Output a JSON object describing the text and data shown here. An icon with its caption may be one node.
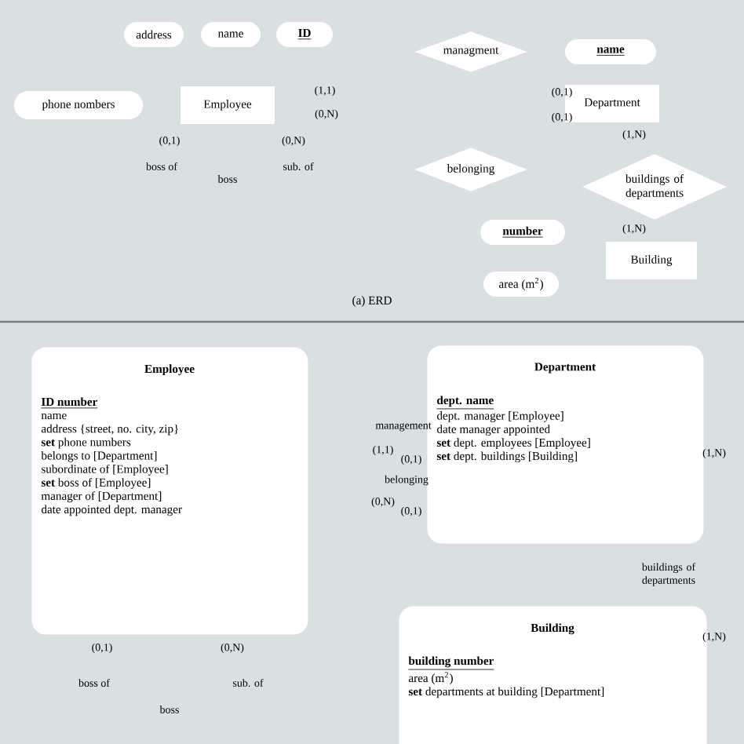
{
  "diagram": {
    "caption": "(a) ERD",
    "nodes": [
      {
        "text": [
          "address"
        ]
      },
      {
        "text": [
          "name"
        ]
      },
      {
        "text": [
          "ID"
        ]
      },
      {
        "text": [
          "managment"
        ]
      },
      {
        "text": [
          "name"
        ]
      },
      {
        "text": [
          "phone nombers"
        ]
      },
      {
        "text": [
          "Employee"
        ]
      },
      {
        "text": [
          "Department"
        ]
      },
      {
        "text": [
          "belonging"
        ]
      },
      {
        "text": [
          "buildings of departments"
        ]
      },
      {
        "text": [
          "number"
        ]
      },
      {
        "text": [
          "Building"
        ]
      },
      {
        "text": [
          "area (m$^{2}$)"
        ]
      },
      {
        "text": [
          "Employee",
          "ID number",
          "name",
          "address {street, no. city, zip}",
          "**set** phone numbers",
          "belongs to [Department]",
          "subordinate of [Employee]",
          "**set** boss of [Employee]",
          "manager of [Department]",
          "date appointed dept. manager"
        ]
      },
      {
        "text": [
          "Department",
          "dept. name",
          "dept. manager [Employee]",
          "date manager appointed",
          "**set** dept. employees [Employee]",
          "**set** dept. buildings [Building]"
        ]
      },
      {
        "text": [
          "Building",
          "building number",
          "area (m$^{2}$)",
          "**set** departments at building [Department]"
        ]
      }
    ],
    "labels": [
      "(1,1)",
      "(0,1)",
      "(0,N)",
      "(0,1)",
      "(0,1)",
      "(0,N)",
      "(1,N)",
      "boss of",
      "sub. of",
      "boss",
      "(1,N)",
      "management",
      "(1,1)",
      "(0,1)",
      "(1,N)",
      "belonging",
      "(0,N)",
      "(0,1)",
      "buildings of departments",
      "(1,N)",
      "(0,1)",
      "(0,N)",
      "boss of",
      "sub. of",
      "boss"
    ]
  }
}
